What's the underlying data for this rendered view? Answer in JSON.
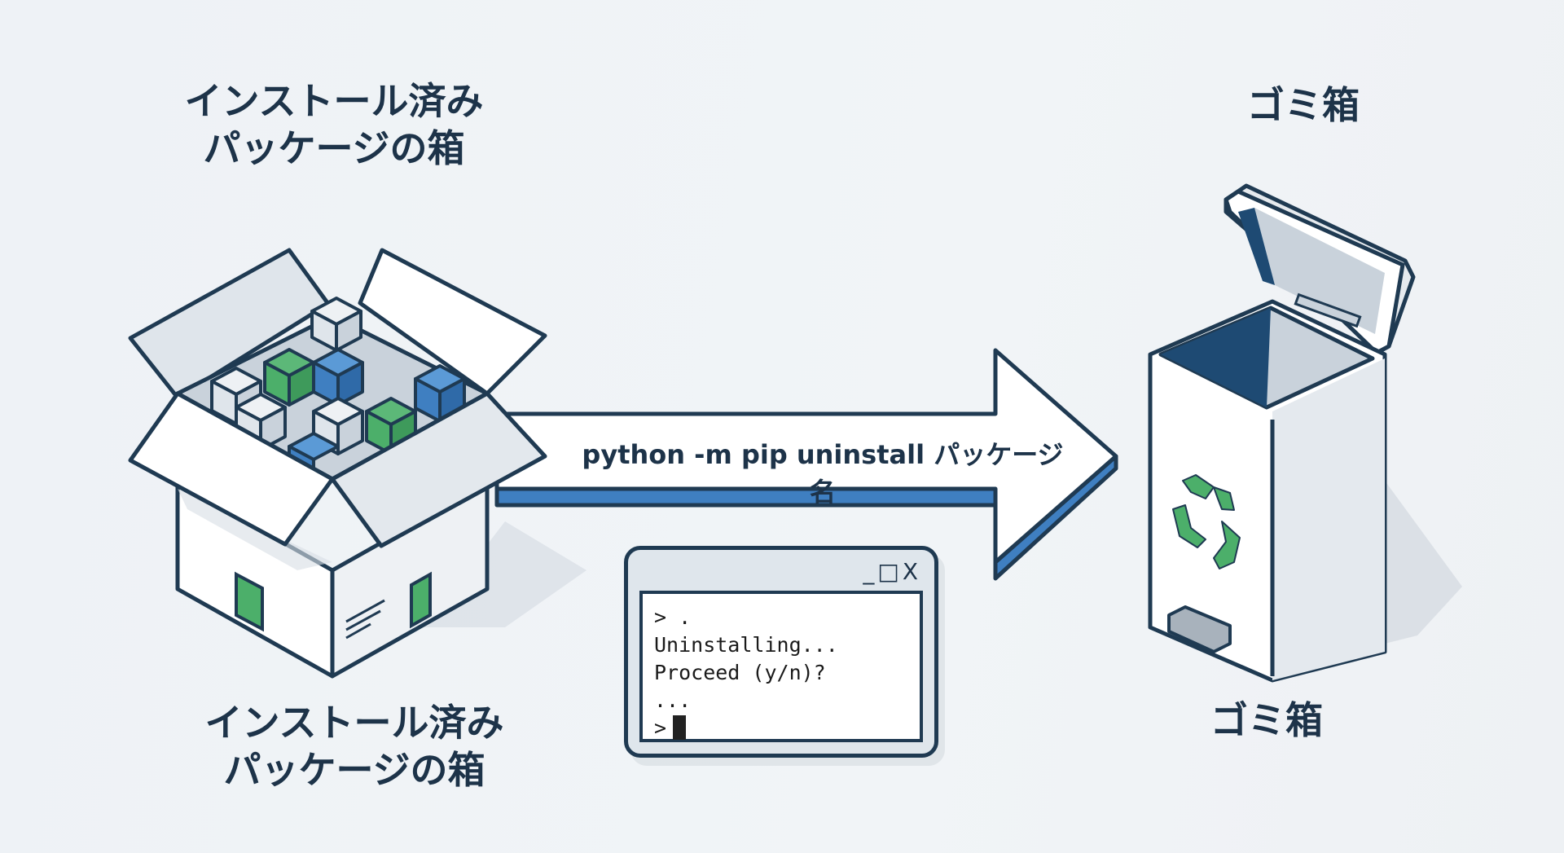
{
  "left": {
    "title_line1": "インストール済み",
    "title_line2": "パッケージの箱",
    "caption_line1": "インストール済み",
    "caption_line2": "パッケージの箱",
    "icon": "open-box-with-package-cubes-icon"
  },
  "right": {
    "title": "ゴミ箱",
    "caption": "ゴミ箱",
    "icon": "trash-can-with-recycle-symbol-icon"
  },
  "arrow": {
    "command": "python -m pip uninstall パッケージ名",
    "icon": "right-arrow-icon"
  },
  "terminal": {
    "controls": [
      "_",
      "□",
      "X"
    ],
    "lines": [
      "> .",
      "Uninstalling...",
      "Proceed (y/n)?",
      "...",
      ">"
    ]
  },
  "colors": {
    "outline": "#1f3a52",
    "accent_blue": "#3f7fc1",
    "accent_green": "#4caf6a",
    "text": "#1d3349",
    "background": "#eef2f6"
  }
}
